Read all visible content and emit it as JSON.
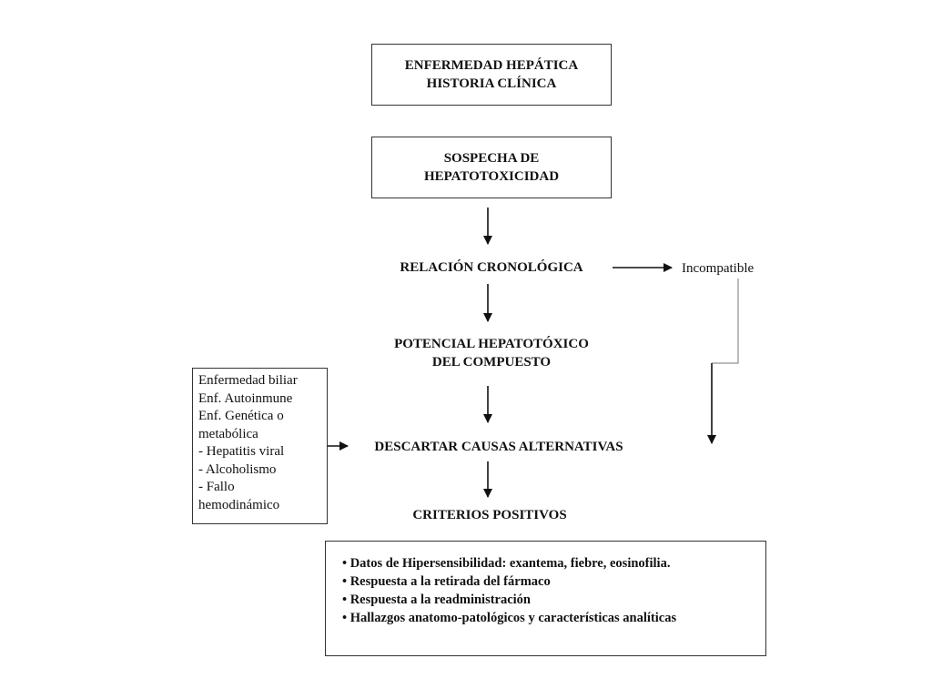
{
  "box_top": {
    "line1": "ENFERMEDAD HEPÁTICA",
    "line2": "HISTORIA CLÍNICA"
  },
  "box_sospecha": {
    "line1": "SOSPECHA DE",
    "line2": "HEPATOTOXICIDAD"
  },
  "relacion": "RELACIÓN CRONOLÓGICA",
  "incompatible": "Incompatible",
  "potencial": {
    "line1": "POTENCIAL HEPATOTÓXICO",
    "line2": "DEL COMPUESTO"
  },
  "descartar": "DESCARTAR CAUSAS ALTERNATIVAS",
  "criterios": "CRITERIOS POSITIVOS",
  "alternatives": [
    " Enfermedad biliar",
    " Enf. Autoinmune",
    " Enf. Genética o",
    "metabólica",
    "- Hepatitis viral",
    "- Alcoholismo",
    "- Fallo",
    "hemodinámico"
  ],
  "criteria": [
    "• Datos de Hipersensibilidad: exantema, fiebre, eosinofilia.",
    "• Respuesta a la retirada del fármaco",
    "• Respuesta a la readministración",
    "• Hallazgos anatomo-patológicos y características analíticas"
  ]
}
